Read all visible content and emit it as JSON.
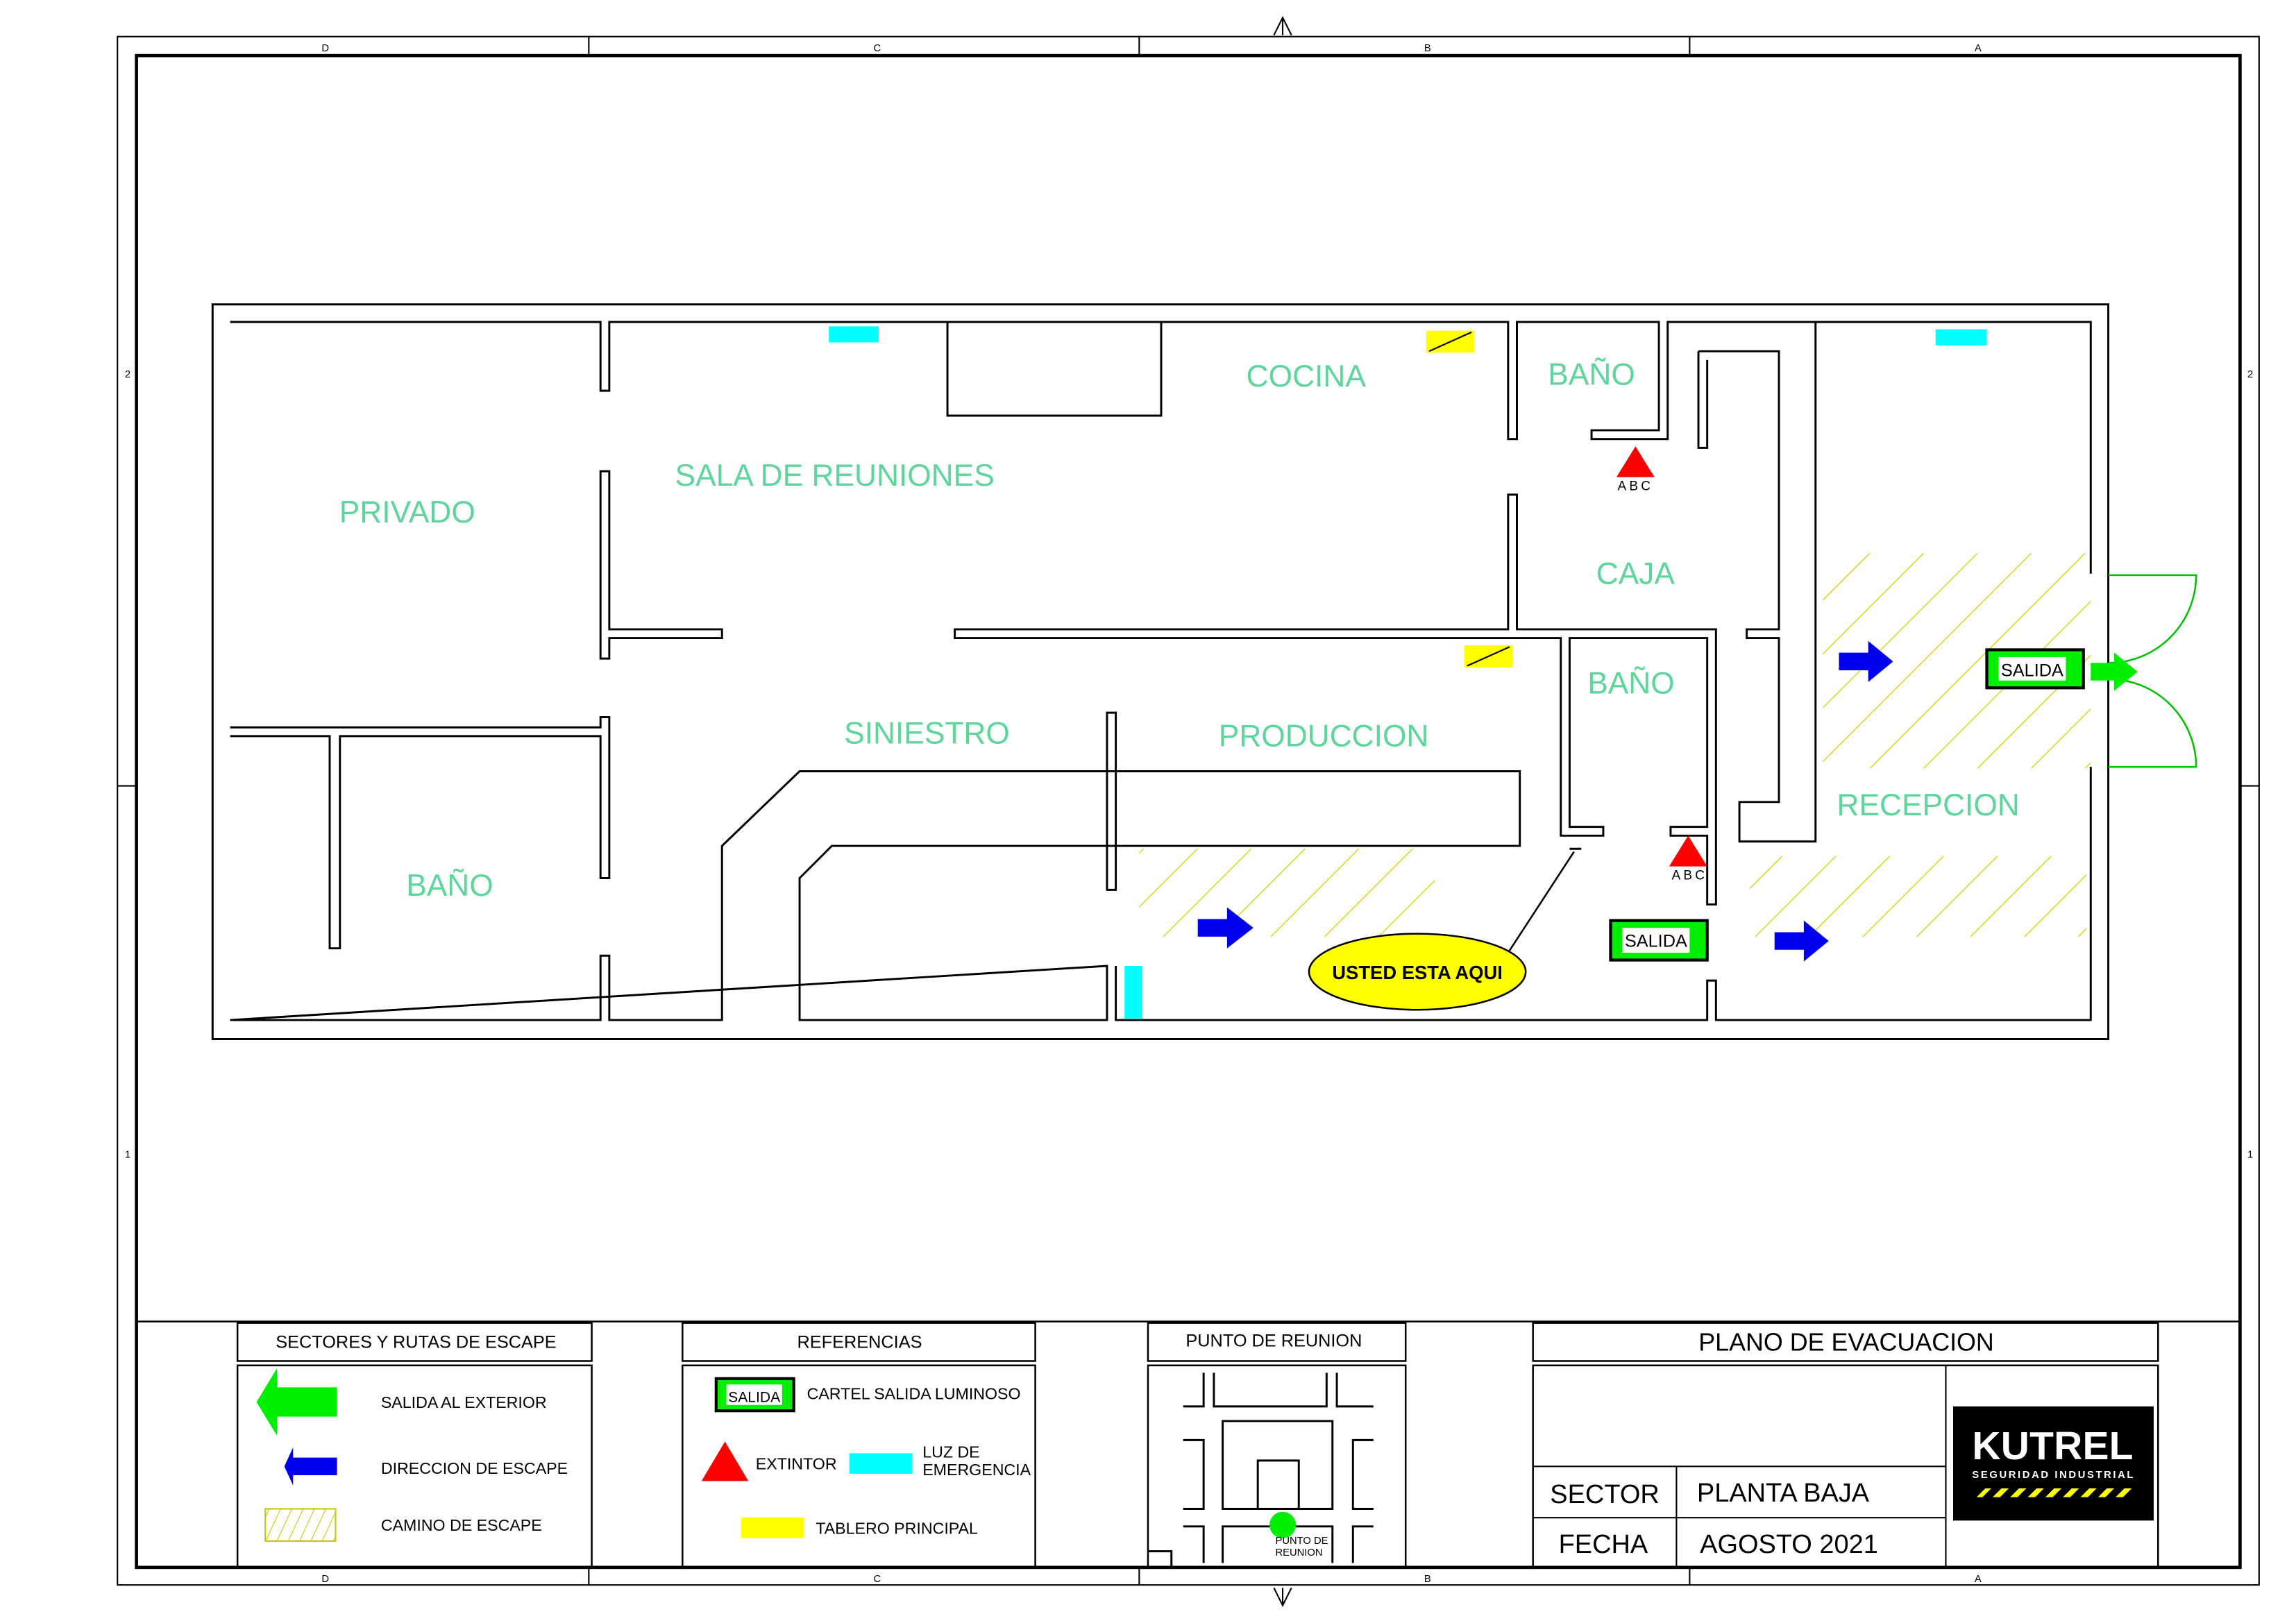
{
  "frame": {
    "columns": [
      "D",
      "C",
      "B",
      "A"
    ],
    "rows": [
      "2",
      "1"
    ]
  },
  "rooms": {
    "privado": "PRIVADO",
    "sala": "SALA DE REUNIONES",
    "cocina": "COCINA",
    "bano_cocina": "BAÑO",
    "caja": "CAJA",
    "bano_caja": "BAÑO",
    "siniestro": "SINIESTRO",
    "produccion": "PRODUCCION",
    "recepcion": "RECEPCION",
    "bano_izq": "BAÑO"
  },
  "markers": {
    "salida": "SALIDA",
    "extintor_class": "ABC",
    "you_are_here": "USTED ESTA AQUI"
  },
  "legend": {
    "sectores": {
      "title": "SECTORES Y RUTAS DE ESCAPE",
      "items": [
        "SALIDA AL EXTERIOR",
        "DIRECCION DE ESCAPE",
        "CAMINO DE ESCAPE"
      ]
    },
    "referencias": {
      "title": "REFERENCIAS",
      "cartel": "CARTEL SALIDA LUMINOSO",
      "extintor": "EXTINTOR",
      "luz_1": "LUZ DE",
      "luz_2": "EMERGENCIA",
      "tablero": "TABLERO PRINCIPAL"
    },
    "punto": {
      "title": "PUNTO DE REUNION",
      "label_1": "PUNTO DE",
      "label_2": "REUNION"
    }
  },
  "title_block": {
    "title": "PLANO DE EVACUACION",
    "sector_label": "SECTOR",
    "sector_value": "PLANTA BAJA",
    "fecha_label": "FECHA",
    "fecha_value": "AGOSTO 2021",
    "logo_name": "KUTREL",
    "logo_sub": "SEGURIDAD INDUSTRIAL"
  },
  "colors": {
    "room_text": "#5ed69b",
    "exit_green": "#00ee00",
    "escape_blue": "#0000ee",
    "extinguisher": "#ff0000",
    "emergency_light": "#00ffff",
    "panel": "#ffff00",
    "hatch": "#d4d400"
  }
}
